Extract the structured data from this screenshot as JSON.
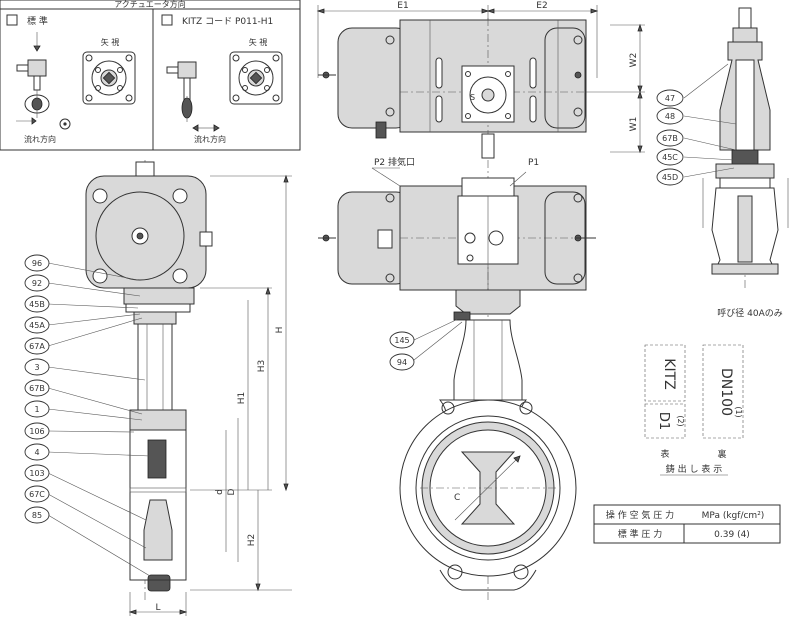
{
  "actuator_box": {
    "title": "アクチュエータ方向",
    "standard_label": "標 準",
    "code_label": "KITZ コード P011-H1",
    "view_label_left": "矢 視",
    "view_label_right": "矢 視",
    "flow_label_left": "流れ方向",
    "flow_label_right": "流れ方向"
  },
  "top_view": {
    "dim_e1": "E1",
    "dim_e2": "E2",
    "dim_w1": "W1",
    "dim_w2": "W2"
  },
  "ports": {
    "p1": "P1",
    "p2": "P2 排気口"
  },
  "left_dims": {
    "h": "H",
    "h1": "H1",
    "h2": "H2",
    "h3": "H3",
    "d": "d",
    "D": "D",
    "L": "L"
  },
  "center_dims": {
    "c": "C"
  },
  "left_callouts": [
    "96",
    "92",
    "45B",
    "45A",
    "67A",
    "3",
    "67B",
    "1",
    "106",
    "4",
    "103",
    "67C",
    "85"
  ],
  "center_callouts": [
    "145",
    "94"
  ],
  "right_callouts": [
    "47",
    "48",
    "67B",
    "45C",
    "45D"
  ],
  "right_note": "呼び径 40Aのみ",
  "marking": {
    "front_text": "KITZ",
    "front_sub": "D1",
    "front_sub_small": "(2)",
    "back_text": "DN100",
    "back_sub_small": "(1)",
    "front_caption": "表",
    "back_caption": "裏",
    "title": "鋳 出 し 表 示"
  },
  "pressure_table": {
    "header_label": "操 作 空 気 圧 力",
    "header_unit": "MPa (kgf/cm²)",
    "row_label": "標 準 圧 力",
    "row_value": "0.39 (4)"
  },
  "colors": {
    "line": "#333333",
    "fill": "#d9d9d9",
    "paper": "#ffffff"
  },
  "icons": {
    "flow_arrow": "double-arrow-icon",
    "flow_dot": "flow-dot-icon"
  }
}
